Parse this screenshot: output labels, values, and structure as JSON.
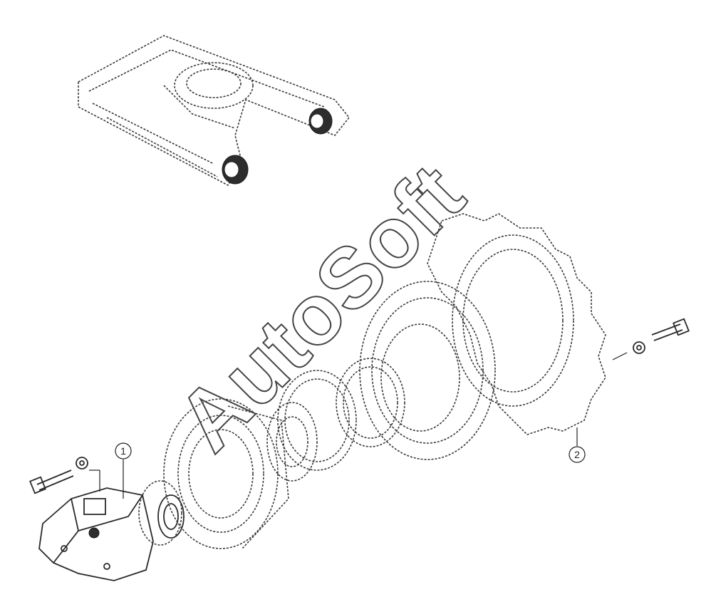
{
  "watermark": "AutoSoft",
  "callouts": [
    {
      "label": "1"
    },
    {
      "label": "2"
    }
  ],
  "colors": {
    "line": "#3a3a3a",
    "background": "#ffffff"
  }
}
